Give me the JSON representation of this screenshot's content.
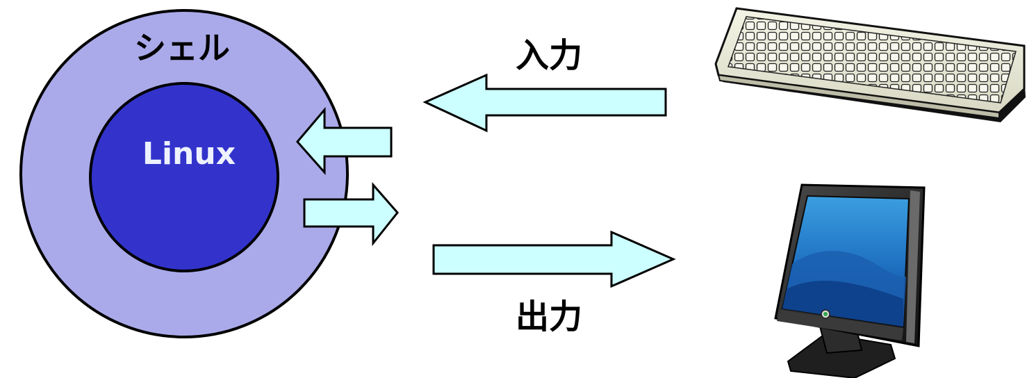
{
  "diagram": {
    "shell_label": "シェル",
    "kernel_label": "Linux",
    "input_label": "入力",
    "output_label": "出力"
  },
  "icons": {
    "keyboard": "keyboard-icon",
    "monitor": "monitor-icon"
  },
  "colors": {
    "shell_fill": "#aaaaea",
    "kernel_fill": "#3333cc",
    "kernel_text": "#eef2ff",
    "arrow_fill": "#ccffff",
    "outline": "#000000"
  }
}
